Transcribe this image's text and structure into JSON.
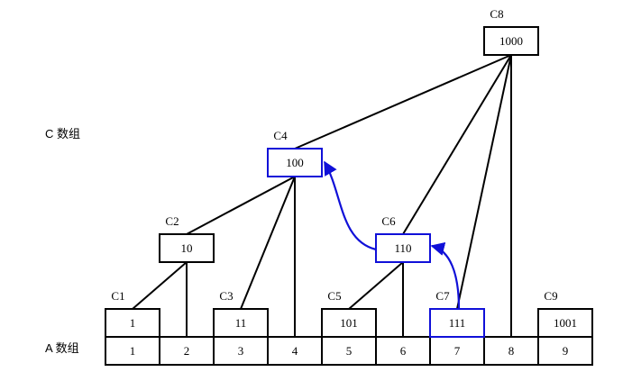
{
  "labels": {
    "c_array": "C 数组",
    "a_array": "A 数组"
  },
  "colors": {
    "stroke": "#000000",
    "highlight": "#1010d8"
  },
  "a_cells": [
    "1",
    "2",
    "3",
    "4",
    "5",
    "6",
    "7",
    "8",
    "9"
  ],
  "c_nodes": [
    {
      "name": "C1",
      "value": "1",
      "a_index": 1,
      "level": 0,
      "highlight": false
    },
    {
      "name": "C2",
      "value": "10",
      "a_index": 2,
      "level": 1,
      "highlight": false
    },
    {
      "name": "C3",
      "value": "11",
      "a_index": 3,
      "level": 0,
      "highlight": false
    },
    {
      "name": "C4",
      "value": "100",
      "a_index": 4,
      "level": 2,
      "highlight": true
    },
    {
      "name": "C5",
      "value": "101",
      "a_index": 5,
      "level": 0,
      "highlight": false
    },
    {
      "name": "C6",
      "value": "110",
      "a_index": 6,
      "level": 1,
      "highlight": true
    },
    {
      "name": "C7",
      "value": "111",
      "a_index": 7,
      "level": 0,
      "highlight": true
    },
    {
      "name": "C8",
      "value": "1000",
      "a_index": 8,
      "level": 3,
      "highlight": false
    },
    {
      "name": "C9",
      "value": "1001",
      "a_index": 9,
      "level": 0,
      "highlight": false
    }
  ],
  "edges": [
    {
      "from": "C1",
      "to": "C2"
    },
    {
      "from": "C2",
      "to": "C4"
    },
    {
      "from": "C3",
      "to": "C4"
    },
    {
      "from": "C4",
      "to": "C8"
    },
    {
      "from": "C5",
      "to": "C6"
    },
    {
      "from": "C6",
      "to": "C8"
    },
    {
      "from": "C7",
      "to": "C8"
    }
  ],
  "arrows": [
    {
      "from": "C7",
      "to": "C6"
    },
    {
      "from": "C6",
      "to": "C4"
    }
  ]
}
